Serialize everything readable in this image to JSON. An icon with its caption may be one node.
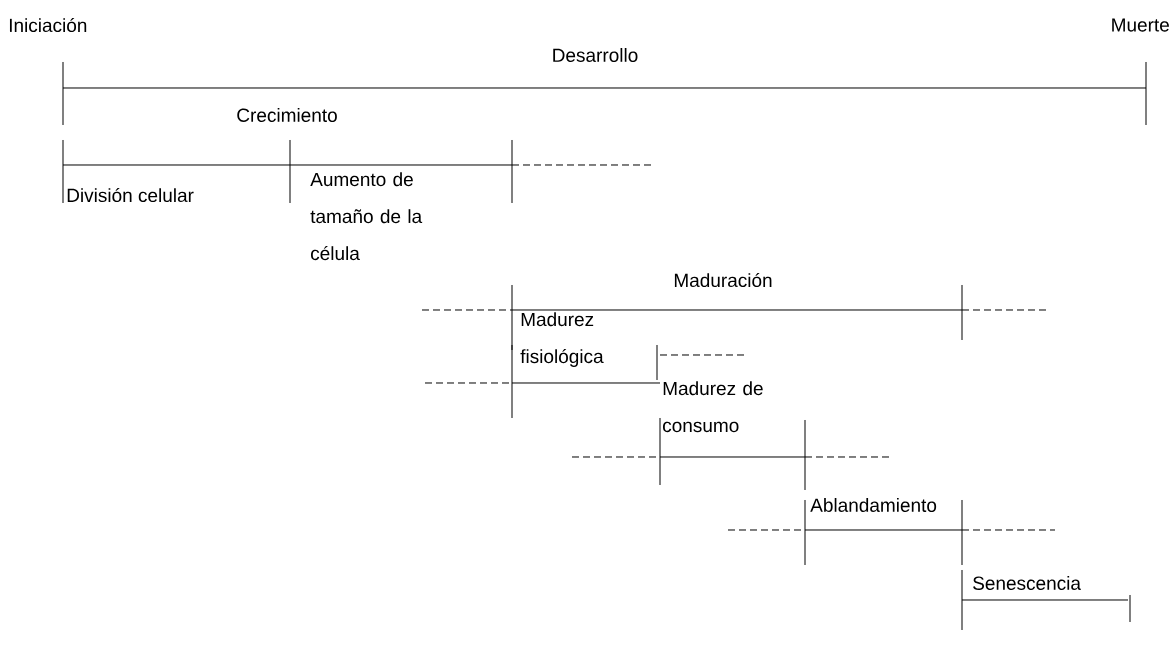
{
  "diagram": {
    "labels": [
      "Iniciación",
      "Muerte",
      "Desarrollo",
      "Crecimiento",
      "División celular",
      "Aumento de tamaño de la célula",
      "Maduración",
      "Madurez fisiológica",
      "Madurez de consumo",
      "Ablandamiento",
      "Senescencia"
    ]
  }
}
